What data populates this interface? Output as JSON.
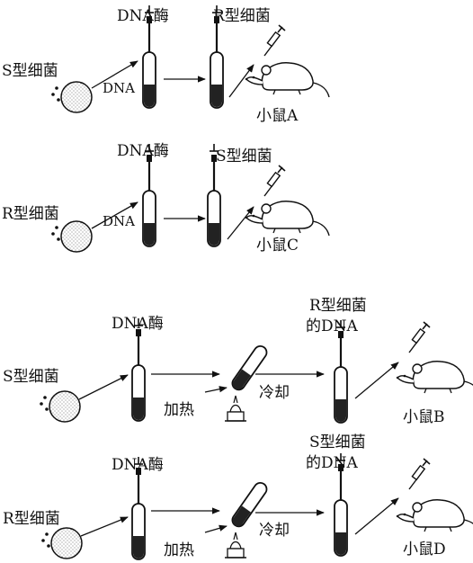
{
  "panel1": {
    "source": "S型细菌",
    "enzyme": "DNA酶",
    "dna": "DNA",
    "bacteria": "R型细菌",
    "mouse": "小鼠A"
  },
  "panel2": {
    "source": "R型细菌",
    "enzyme": "DNA酶",
    "dna": "DNA",
    "bacteria": "S型细菌",
    "mouse": "小鼠C"
  },
  "panel3": {
    "source": "S型细菌",
    "enzyme": "DNA酶",
    "heat": "加热",
    "cool": "冷却",
    "bacteria_line1": "R型细菌",
    "bacteria_line2": "的DNA",
    "mouse": "小鼠B"
  },
  "panel4": {
    "source": "R型细菌",
    "enzyme": "DNA酶",
    "heat": "加热",
    "cool": "冷却",
    "bacteria_line1": "S型细菌",
    "bacteria_line2": "的DNA",
    "mouse": "小鼠D"
  }
}
